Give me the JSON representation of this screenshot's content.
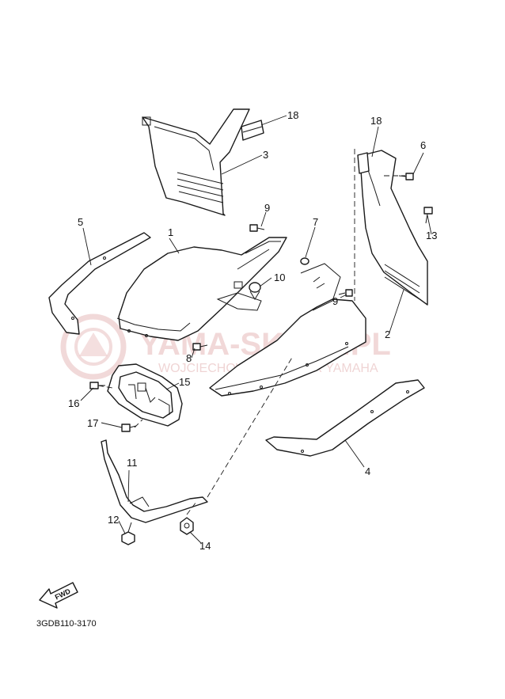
{
  "diagram": {
    "callouts": [
      {
        "id": "c1",
        "label": "1"
      },
      {
        "id": "c2",
        "label": "2"
      },
      {
        "id": "c3",
        "label": "3"
      },
      {
        "id": "c4",
        "label": "4"
      },
      {
        "id": "c5",
        "label": "5"
      },
      {
        "id": "c6",
        "label": "6"
      },
      {
        "id": "c7",
        "label": "7"
      },
      {
        "id": "c8",
        "label": "8"
      },
      {
        "id": "c9a",
        "label": "9"
      },
      {
        "id": "c9b",
        "label": "9"
      },
      {
        "id": "c10",
        "label": "10"
      },
      {
        "id": "c11",
        "label": "11"
      },
      {
        "id": "c12",
        "label": "12"
      },
      {
        "id": "c13",
        "label": "13"
      },
      {
        "id": "c14",
        "label": "14"
      },
      {
        "id": "c15",
        "label": "15"
      },
      {
        "id": "c16",
        "label": "16"
      },
      {
        "id": "c17",
        "label": "17"
      },
      {
        "id": "c18a",
        "label": "18"
      },
      {
        "id": "c18b",
        "label": "18"
      }
    ],
    "drawing_code": "3GDB110-3170",
    "direction_label": "FWD"
  },
  "watermark": {
    "brand": "YAMA-SKLEP.PL",
    "tagline": "WOJCIECHOWICZ DEALER YAMAHA",
    "color": "#e6b9b9"
  }
}
